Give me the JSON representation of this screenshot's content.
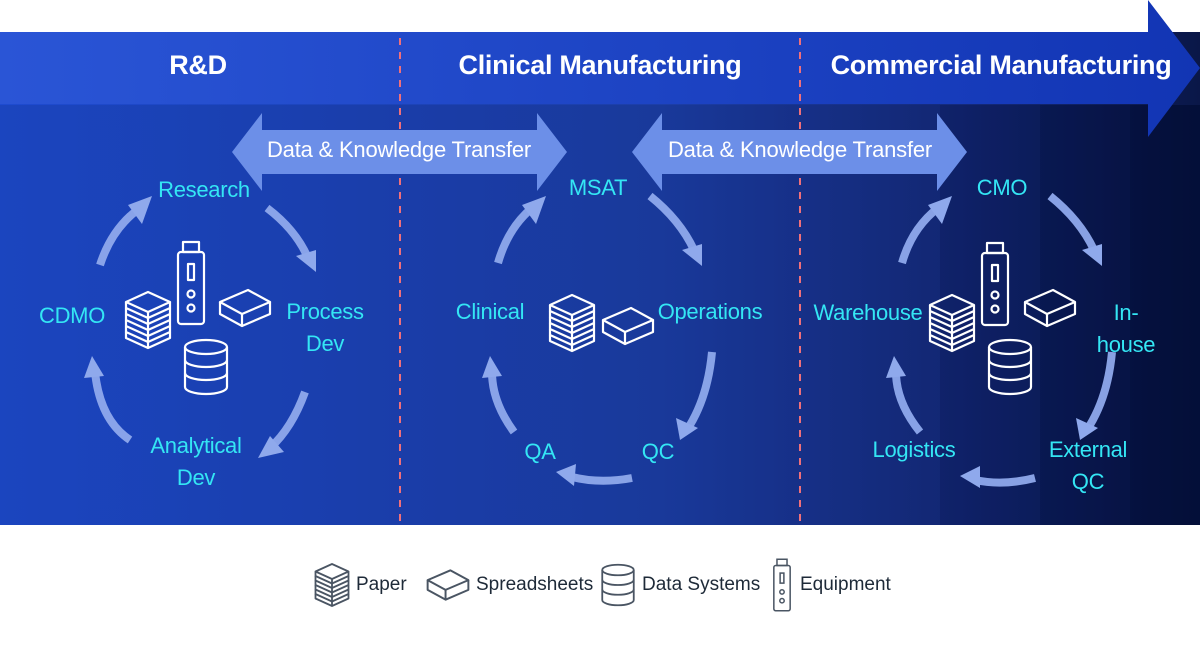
{
  "phases": [
    {
      "title": "R&D"
    },
    {
      "title": "Clinical Manufacturing"
    },
    {
      "title": "Commercial Manufacturing"
    }
  ],
  "transfers": [
    {
      "label": "Data & Knowledge Transfer"
    },
    {
      "label": "Data & Knowledge Transfer"
    }
  ],
  "cycles": {
    "rnd": [
      "Research",
      "Process\nDev",
      "Analytical\nDev",
      "CDMO"
    ],
    "clinical": [
      "MSAT",
      "Operations",
      "QC",
      "QA",
      "Clinical"
    ],
    "commercial": [
      "CMO",
      "In-house",
      "External QC",
      "Logistics",
      "Warehouse"
    ]
  },
  "legend": [
    {
      "label": "Paper",
      "icon": "paper-icon"
    },
    {
      "label": "Spreadsheets",
      "icon": "spreadsheet-icon"
    },
    {
      "label": "Data Systems",
      "icon": "database-icon"
    },
    {
      "label": "Equipment",
      "icon": "equipment-icon"
    }
  ],
  "colors": {
    "banner": "#1d3fc4",
    "transfer_arrow": "#6c8fe8",
    "node_text": "#34e6f4",
    "cycle_arrow": "#8fa9ec",
    "divider": "#f0707a"
  }
}
